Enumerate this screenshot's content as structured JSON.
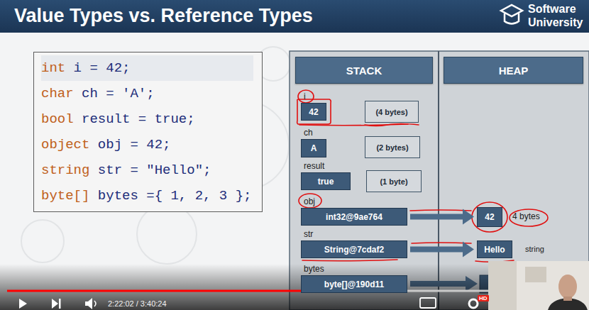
{
  "diagram": {
    "title": "Value Types vs. Reference Types",
    "nodes": [
      {
        "text": [
          "int i = 42;",
          "char ch = 'A';",
          "bool result = true;",
          "object obj = 42;",
          "string str = \"Hello\";",
          "byte[] bytes ={ 1, 2, 3 };"
        ]
      },
      {
        "text": [
          "STACK"
        ]
      },
      {
        "text": [
          "HEAP"
        ]
      },
      {
        "text": [
          "i",
          "42"
        ]
      },
      {
        "text": [
          "(4 bytes)"
        ]
      },
      {
        "text": [
          "ch",
          "A"
        ]
      },
      {
        "text": [
          "(2 bytes)"
        ]
      },
      {
        "text": [
          "result",
          "true"
        ]
      },
      {
        "text": [
          "(1 byte)"
        ]
      },
      {
        "text": [
          "obj",
          "int32@9ae764"
        ]
      },
      {
        "text": [
          "42"
        ]
      },
      {
        "text": [
          "str",
          "String@7cdaf2"
        ]
      },
      {
        "text": [
          "Hello"
        ]
      },
      {
        "text": [
          "bytes",
          "byte[]@190d11"
        ]
      }
    ],
    "edges": [
      {
        "from": 9,
        "to": 10,
        "arrow": "to"
      },
      {
        "from": 11,
        "to": 12,
        "arrow": "to"
      }
    ],
    "labels": [
      "Software",
      "University",
      "4 bytes",
      "string",
      "2:22:02 / 3:40:24",
      "HD"
    ]
  }
}
